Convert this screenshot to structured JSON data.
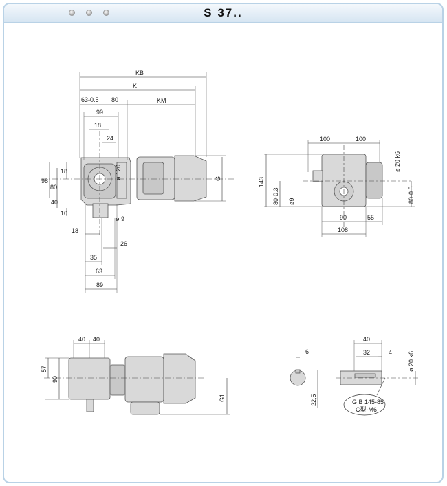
{
  "header": {
    "title": "S 37.."
  },
  "view_top": {
    "dims": [
      "KB",
      "K",
      "KM",
      "63-0.5",
      "80",
      "99",
      "18",
      "24",
      "98",
      "18",
      "80",
      "40",
      "10",
      "ø 120",
      "ø 9",
      "18",
      "26",
      "35",
      "63",
      "89",
      "G"
    ]
  },
  "view_side": {
    "dims": [
      "100",
      "100",
      "143",
      "80-0.3",
      "ø9",
      "ø 20 k6",
      "80-0.5",
      "90",
      "55",
      "108"
    ]
  },
  "view_bottom": {
    "dims": [
      "40",
      "40",
      "57",
      "90",
      "G1"
    ]
  },
  "shaft": {
    "dims": [
      "6",
      "22,5",
      "40",
      "32",
      "4",
      "ø 20 k6"
    ],
    "callout_line1": "G B 145-85",
    "callout_line2": "C型-M6"
  }
}
